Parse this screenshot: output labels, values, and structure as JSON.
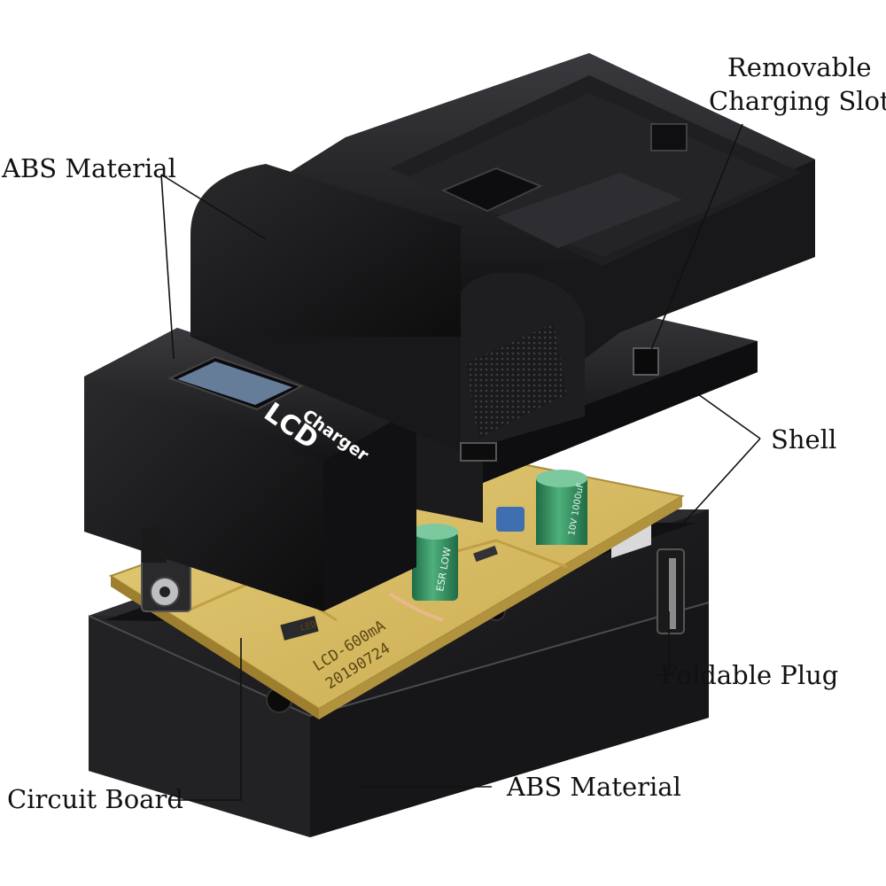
{
  "callouts": {
    "removable_slot": [
      "Removable",
      "Charging Slot"
    ],
    "abs_top": "ABS Material",
    "shell": "Shell",
    "foldable_plug": "Foldable Plug",
    "circuit_board": "Circuit Board",
    "abs_bottom": "ABS Material"
  },
  "device_text": {
    "lcd": "LCD",
    "charger": "Charger",
    "pcb_model": "LCD-600mA",
    "pcb_date": "20190724",
    "pcb_led": "LED",
    "capacitor_1": "ESR LOW",
    "capacitor_2": "10V 1000uF"
  },
  "colors": {
    "device_body": "#1c1c1e",
    "device_highlight": "#3a3a3e",
    "circuit_board": "#d6b85e",
    "capacitor": "#2f8a5e",
    "lcd_screen": "#6f8aa8",
    "leader_line": "#111111"
  }
}
